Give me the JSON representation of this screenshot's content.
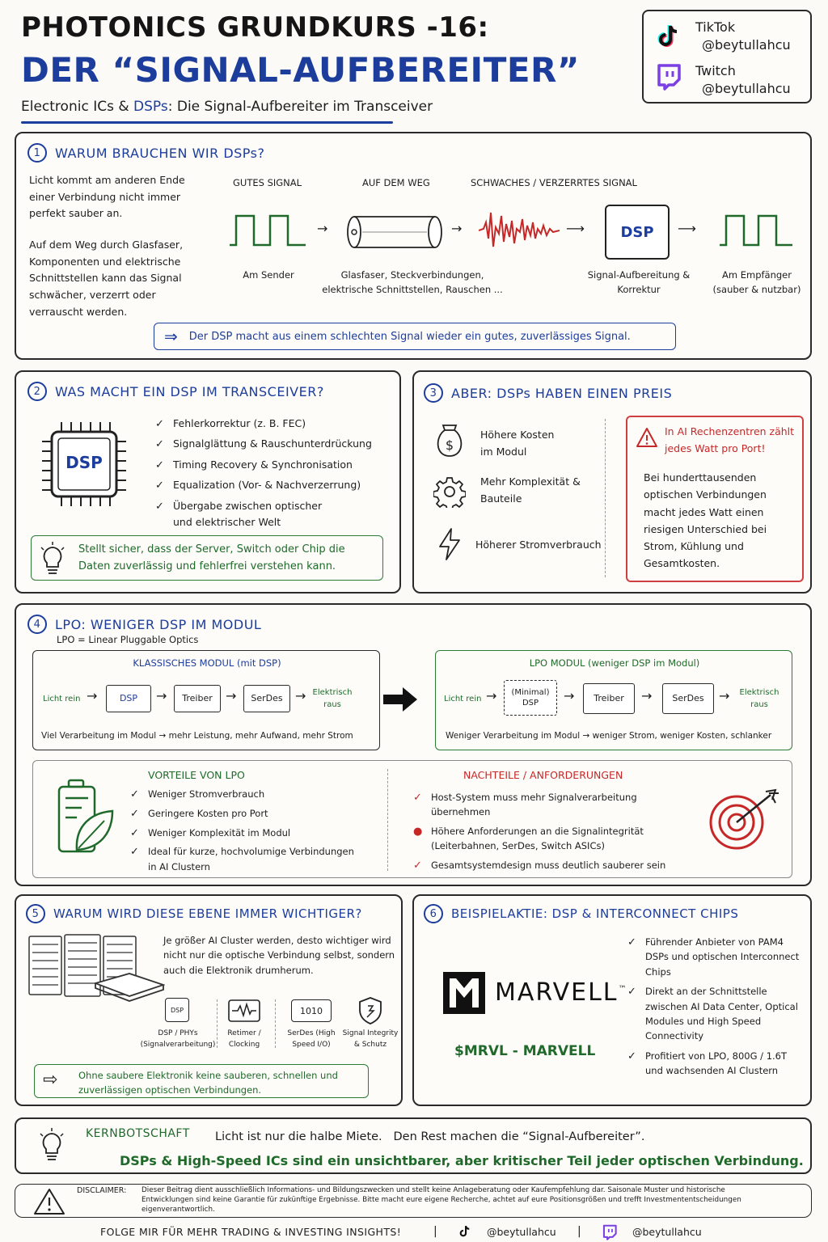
{
  "header": {
    "line1": "PHOTONICS GRUNDKURS -16:",
    "line2": "DER “SIGNAL-AUFBEREITER”",
    "subtitle_a": "Electronic ICs & ",
    "subtitle_b": "DSPs",
    "subtitle_c": ": Die Signal-Aufbereiter im Transceiver"
  },
  "social": {
    "tiktok_label": "TikTok",
    "tiktok_handle": "@beytullahcu",
    "twitch_label": "Twitch",
    "twitch_handle": "@beytullahcu"
  },
  "s1": {
    "num": "1",
    "title": "WARUM BRAUCHEN WIR DSPs?",
    "intro1": "Licht kommt am anderen Ende einer Verbindung nicht immer perfekt sauber an.",
    "intro2": "Auf dem Weg durch Glasfaser, Komponenten und elektrische Schnittstellen kann das Signal schwächer, verzerrt oder verrauscht werden.",
    "lbl_good": "GUTES SIGNAL",
    "lbl_way": "AUF DEM WEG",
    "lbl_weak": "SCHWACHES / VERZERRTES SIGNAL",
    "dsp": "DSP",
    "cap_sender": "Am Sender",
    "cap_fiber": "Glasfaser, Steckverbindungen, elektrische Schnittstellen, Rauschen ...",
    "cap_dsp": "Signal-Aufbereitung & Korrektur",
    "cap_recv": "Am Empfänger (sauber & nutzbar)",
    "callout": "Der DSP macht aus einem schlechten Signal wieder ein gutes, zuverlässiges Signal."
  },
  "s2": {
    "num": "2",
    "title": "WAS MACHT EIN DSP IM TRANSCEIVER?",
    "chip": "DSP",
    "items": [
      "Fehlerkorrektur (z. B. FEC)",
      "Signalglättung & Rauschunterdrückung",
      "Timing Recovery & Synchronisation",
      "Equalization (Vor- & Nachverzerrung)",
      "Übergabe zwischen optischer und elektrischer Welt"
    ],
    "tip": "Stellt sicher, dass der Server, Switch oder Chip die Daten zuverlässig und fehlerfrei verstehen kann."
  },
  "s3": {
    "num": "3",
    "title": "ABER: DSPs HABEN EINEN PREIS",
    "cost": "Höhere Kosten im Modul",
    "complexity": "Mehr Komplexität & Bauteile",
    "power": "Höherer Stromverbrauch",
    "warn_title": "In AI Rechenzentren zählt jedes Watt pro Port!",
    "warn_text": "Bei hunderttausenden optischen Verbindungen macht jedes Watt einen riesigen Unterschied bei Strom, Kühlung und Gesamtkosten."
  },
  "s4": {
    "num": "4",
    "title": "LPO: WENIGER DSP IM MODUL",
    "sub": "LPO = Linear Pluggable Optics",
    "classic_title": "KLASSISCHES MODUL (mit DSP)",
    "lpo_title": "LPO MODUL (weniger DSP im Modul)",
    "light_in": "Licht rein",
    "dsp": "DSP",
    "min_dsp": "(Minimal) DSP",
    "driver": "Treiber",
    "serdes": "SerDes",
    "elec_out": "Elektrisch raus",
    "classic_note": "Viel Verarbeitung im Modul → mehr Leistung, mehr Aufwand, mehr Strom",
    "lpo_note": "Weniger Verarbeitung im Modul → weniger Strom, weniger Kosten, schlanker",
    "pros_title": "VORTEILE VON LPO",
    "pros": [
      "Weniger Stromverbrauch",
      "Geringere Kosten pro Port",
      "Weniger Komplexität im Modul",
      "Ideal für kurze, hochvolumige Verbindungen in AI Clustern"
    ],
    "cons_title": "NACHTEILE / ANFORDERUNGEN",
    "cons": [
      "Host-System muss mehr Signalverarbeitung übernehmen",
      "Höhere Anforderungen an die Signalintegrität (Leiterbahnen, SerDes, Switch ASICs)",
      "Gesamtsystemdesign muss deutlich sauberer sein"
    ]
  },
  "s5": {
    "num": "5",
    "title": "WARUM WIRD DIESE EBENE IMMER WICHTIGER?",
    "text": "Je größer AI Cluster werden, desto wichtiger wird nicht nur die optische Verbindung selbst, sondern auch die Elektronik drumherum.",
    "icons": [
      {
        "badge": "DSP",
        "label": "DSP / PHYs (Signalverarbeitung)"
      },
      {
        "badge": "",
        "label": "Retimer / Clocking"
      },
      {
        "badge": "1010",
        "label": "SerDes (High Speed I/O)"
      },
      {
        "badge": "",
        "label": "Signal Integrity & Schutz"
      }
    ],
    "callout": "Ohne saubere Elektronik keine sauberen, schnellen und zuverlässigen optischen Verbindungen."
  },
  "s6": {
    "num": "6",
    "title": "BEISPIELAKTIE: DSP & INTERCONNECT CHIPS",
    "logo": "MARVELL",
    "tm": "™",
    "ticker": "$MRVL - MARVELL",
    "points": [
      "Führender Anbieter von PAM4 DSPs und optischen Interconnect Chips",
      "Direkt an der Schnittstelle zwischen AI Data Center, Optical Modules und High Speed Connectivity",
      "Profitiert von LPO, 800G / 1.6T und wachsenden AI Clustern"
    ]
  },
  "core": {
    "label": "KERNBOTSCHAFT",
    "line1": "Licht ist nur die halbe Miete.   Den Rest machen die “Signal-Aufbereiter”.",
    "line2": "DSPs & High-Speed ICs sind ein unsichtbarer, aber kritischer Teil jeder optischen Verbindung."
  },
  "disclaimer": {
    "label": "DISCLAIMER:",
    "text": "Dieser Beitrag dient ausschließlich Informations- und Bildungszwecken und stellt keine Anlageberatung oder Kaufempfehlung dar. Saisonale Muster und historische Entwicklungen sind keine Garantie für zukünftige Ergebnisse. Bitte macht eure eigene Recherche, achtet auf eure Positionsgrößen und trefft Investmententscheidungen eigenverantwortlich."
  },
  "footer": {
    "text": "FOLGE MIR FÜR MEHR TRADING & INVESTING INSIGHTS!",
    "sep": "|",
    "tiktok": "@beytullahcu",
    "twitch": "@beytullahcu"
  }
}
